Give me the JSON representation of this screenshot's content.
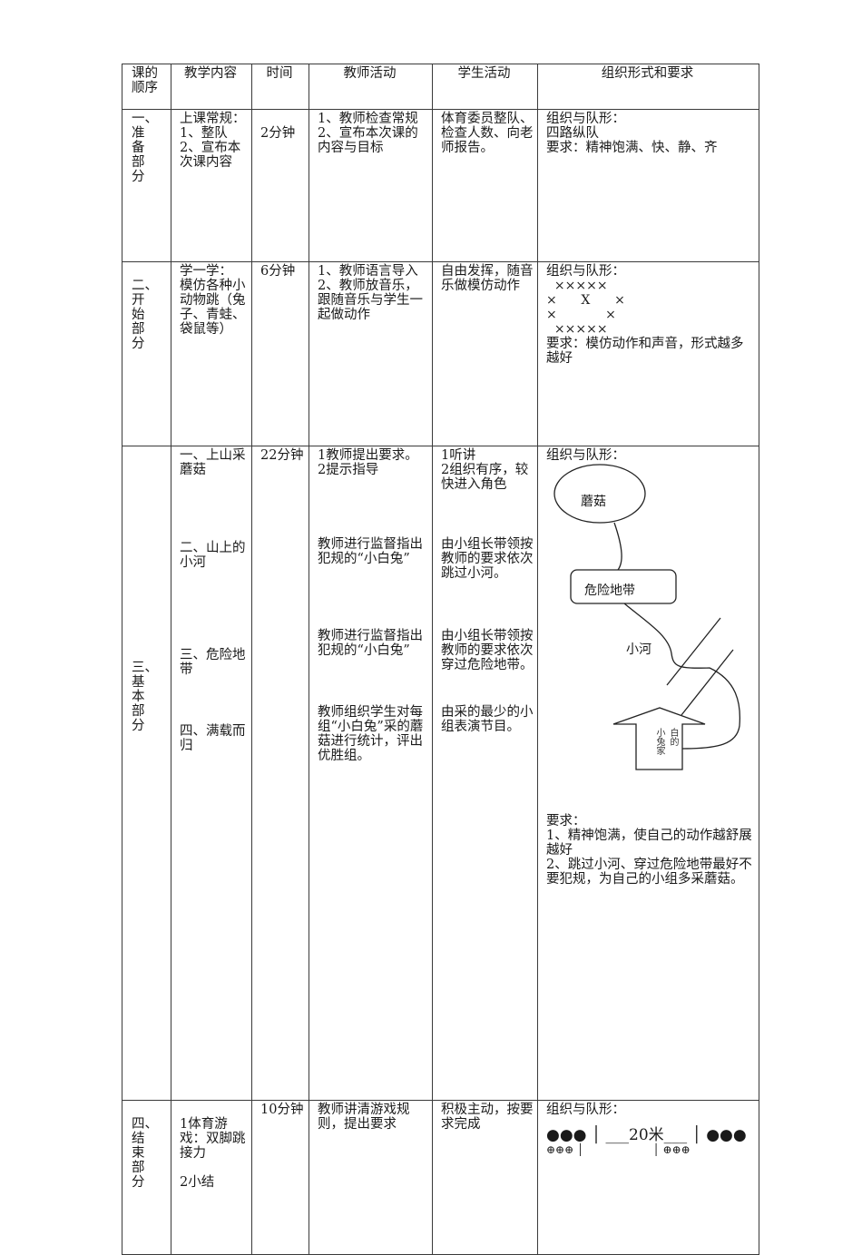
{
  "table": {
    "headers": {
      "order": "课的顺序",
      "content": "教学内容",
      "time": "时间",
      "teacher": "教师活动",
      "student": "学生活动",
      "organization": "组织形式和要求"
    },
    "rows": [
      {
        "order": "一、\n准\n备\n部\n分",
        "content": "上课常规：\n1、整队\n2、宣布本次课内容",
        "time": "2分钟",
        "teacher": "1、教师检查常规\n2、宣布本次课的内容与目标",
        "student": "体育委员整队、检查人数、向老师报告。",
        "organization": "组织与队形：\n四路纵队\n要求：精神饱满、快、静、齐"
      },
      {
        "order": "\n二、\n开\n始\n部\n分",
        "content": "学一学：\n模仿各种小动物跳（兔子、青蛙、袋鼠等）",
        "time": "6分钟",
        "teacher": "1、教师语言导入\n2、教师放音乐，跟随音乐与学生一起做动作",
        "student": "自由发挥，随音乐做模仿动作",
        "organization_title": "组织与队形：",
        "formation_lines": [
          "  ×××××",
          "×      X      ×",
          "×            ×",
          "  ×××××"
        ],
        "organization_req": "要求：模仿动作和声音，形式越多越好"
      },
      {
        "order": "三、\n基\n本\n部\n分",
        "content_items": [
          "一、上山采蘑菇",
          "二、山上的小河",
          "三、危险地带",
          "四、满载而归"
        ],
        "time": "22分钟",
        "teacher_items": [
          "1教师提出要求。\n2提示指导",
          "教师进行监督指出犯规的“小白兔”",
          "教师进行监督指出犯规的“小白兔”",
          "教师组织学生对每组“小白兔”采的蘑菇进行统计，评出优胜组。"
        ],
        "student_items": [
          "1听讲\n2组织有序，较快进入角色",
          "由小组长带领按教师的要求依次跳过小河。",
          "由小组长带领按教师的要求依次穿过危险地带。",
          "由采的最少的小组表演节目。"
        ],
        "organization_title": "组织与队形：",
        "diagram": {
          "mushroom": "蘑菇",
          "danger_zone": "危险地带",
          "river": "小河",
          "house_col1": "小兔家",
          "house_col2": "白的"
        },
        "organization_req": "要求：\n1、精神饱满，使自己的动作越舒展越好\n2、跳过小河、穿过危险地带最好不要犯规，为自己的小组多采蘑菇。"
      },
      {
        "order": "四、\n结\n束\n部\n分",
        "content": "\n1体育游戏：双脚跳接力\n\n2小结",
        "time": "10分钟",
        "teacher": "教师讲清游戏规则，提出要求",
        "student": "积极主动，按要求完成",
        "organization_title": "组织与队形：",
        "relay_top": "●●● │ ___20米___ │ ●●●",
        "relay_bottom": "⊕⊕⊕ │                    │ ⊕⊕⊕"
      }
    ]
  }
}
